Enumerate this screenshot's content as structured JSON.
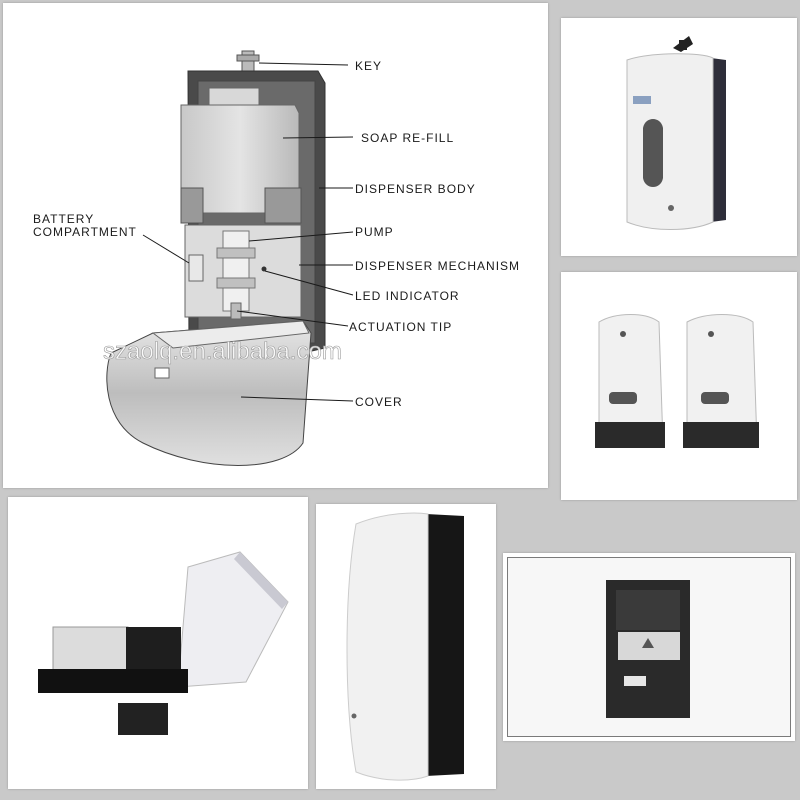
{
  "diagram": {
    "labels": {
      "key": "KEY",
      "soap_refill": "SOAP RE-FILL",
      "dispenser_body": "DISPENSER BODY",
      "battery_line1": "BATTERY",
      "battery_line2": "COMPARTMENT",
      "pump": "PUMP",
      "dispenser_mechanism": "DISPENSER MECHANISM",
      "led_indicator": "LED INDICATOR",
      "actuation_tip": "ACTUATION TIP",
      "cover": "COVER"
    },
    "watermark": "szaolq.en.alibaba.com"
  },
  "colors": {
    "page_background": "#c9c9c9",
    "panel_background": "#ffffff",
    "body_dark": "#3f3f3f",
    "housing_white": "#f2f2f2"
  }
}
